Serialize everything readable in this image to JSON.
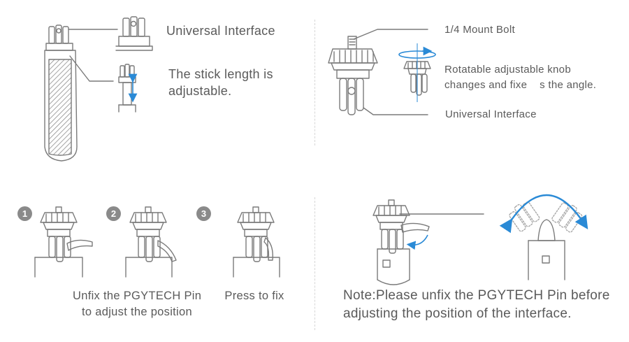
{
  "top_left": {
    "universal_interface_label": "Universal Interface",
    "stick_length_line1": "The stick length is",
    "stick_length_line2": "adjustable."
  },
  "top_right": {
    "mount_bolt_label": "1/4 Mount Bolt",
    "knob_line1": "Rotatable adjustable knob",
    "knob_line2": "changes and fixe    s the angle.",
    "universal_interface_label": "Universal Interface"
  },
  "bottom_left": {
    "steps": [
      {
        "number": "1"
      },
      {
        "number": "2"
      },
      {
        "number": "3"
      }
    ],
    "unfix_line1": "Unfix the PGYTECH Pin",
    "unfix_line2": "to adjust the position",
    "press_label": "Press to fix"
  },
  "bottom_right": {
    "note_line1": "Note:Please unfix the PGYTECH Pin before",
    "note_line2": "adjusting the position of the interface."
  },
  "colors": {
    "line_art": "#7a7a7a",
    "arrow_blue": "#2a8ad6",
    "text": "#5a5a5a",
    "badge": "#8a8a8a"
  }
}
